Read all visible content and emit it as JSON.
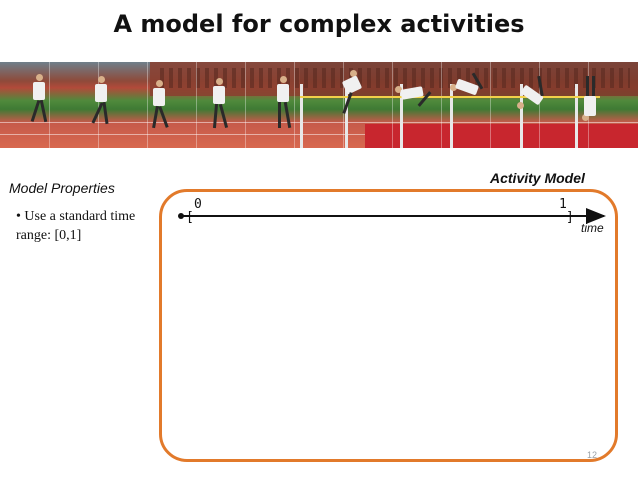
{
  "slide": {
    "title": "A model for complex activities",
    "page_number": "12"
  },
  "filmstrip": {
    "frames": 13
  },
  "left_panel": {
    "heading": "Model Properties",
    "bullet": "• Use a standard time range: [0,1]"
  },
  "activity_model": {
    "heading": "Activity Model",
    "start_value": "0",
    "end_value": "1",
    "open_bracket": "[",
    "close_bracket": "]",
    "axis_label": "time"
  },
  "colors": {
    "box_border": "#e27a2b",
    "axis": "#111111"
  }
}
